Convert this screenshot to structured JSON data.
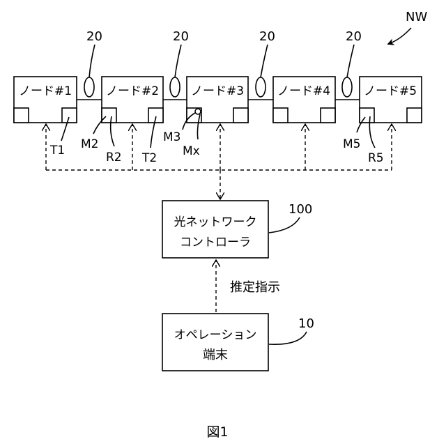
{
  "network_label": "NW",
  "fiber_label": "20",
  "nodes": [
    {
      "label": "ノード#1"
    },
    {
      "label": "ノード#2"
    },
    {
      "label": "ノード#3"
    },
    {
      "label": "ノード#4"
    },
    {
      "label": "ノード#5"
    }
  ],
  "port_labels": {
    "T1": "T1",
    "M2": "M2",
    "R2": "R2",
    "T2": "T2",
    "M3": "M3",
    "Mx": "Mx",
    "M5": "M5",
    "R5": "R5"
  },
  "controller": {
    "line1": "光ネットワーク",
    "line2": "コントローラ",
    "ref": "100"
  },
  "instruction_label": "推定指示",
  "terminal": {
    "line1": "オペレーション",
    "line2": "端末",
    "ref": "10"
  },
  "figure_caption": "図1"
}
